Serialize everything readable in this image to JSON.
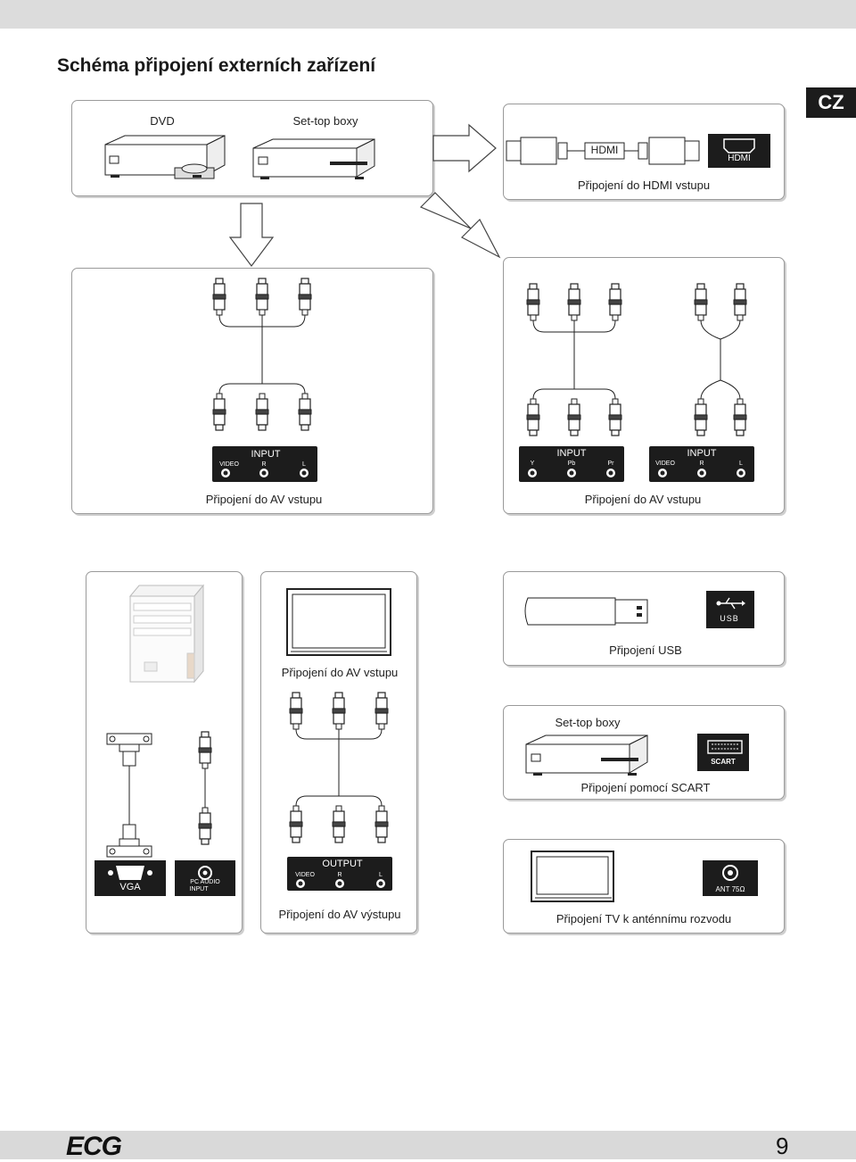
{
  "page": {
    "title": "Schéma připojení externích zařízení",
    "lang_badge": "CZ",
    "logo": "ECG",
    "page_number": "9"
  },
  "colors": {
    "dark": "#1c1c1c",
    "frame": "#9a9a9a",
    "band": "#dcdcdc"
  },
  "devices": {
    "dvd_label": "DVD",
    "settop_label": "Set-top boxy",
    "hdmi_cable_label": "HDMI",
    "hdmi_port_label": "HDMI",
    "hdmi_caption": "Připojení do HDMI vstupu"
  },
  "av_left": {
    "panel_title": "INPUT",
    "video": "VIDEO",
    "r": "R",
    "l": "L",
    "caption": "Připojení do AV vstupu"
  },
  "av_right": {
    "component_title": "INPUT",
    "y": "Y",
    "pb": "Pb",
    "pr": "Pr",
    "audio_title": "INPUT",
    "video": "VIDEO",
    "r": "R",
    "l": "L",
    "caption": "Připojení do AV vstupu"
  },
  "pc": {
    "vga_label": "VGA",
    "pc_audio_label_1": "PC AUDIO",
    "pc_audio_label_2": "INPUT"
  },
  "av_out": {
    "top_caption": "Připojení do AV vstupu",
    "panel_title": "OUTPUT",
    "video": "VIDEO",
    "r": "R",
    "l": "L",
    "caption": "Připojení do AV výstupu"
  },
  "usb": {
    "port_label": "USB",
    "caption": "Připojení USB"
  },
  "scart": {
    "title": "Set-top boxy",
    "port_label": "SCART",
    "caption": "Připojení pomocí SCART"
  },
  "antenna": {
    "port_label": "ANT 75Ω",
    "caption": "Připojení TV k anténnímu rozvodu"
  }
}
